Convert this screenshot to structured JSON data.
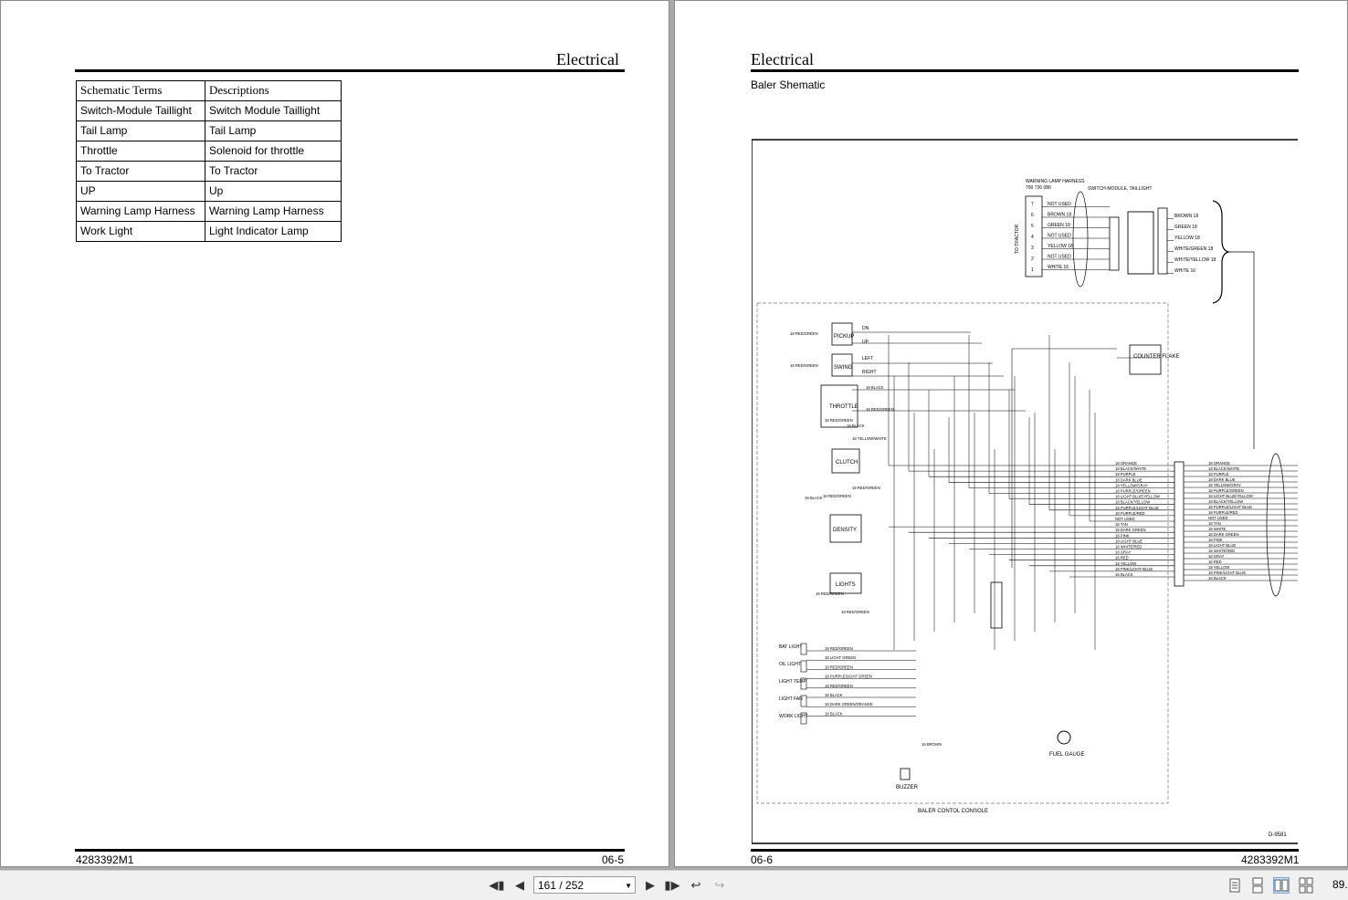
{
  "left_page": {
    "header": "Electrical",
    "table": {
      "headers": [
        "Schematic Terms",
        "Descriptions"
      ],
      "rows": [
        [
          "Switch-Module Taillight",
          "Switch Module Taillight"
        ],
        [
          "Tail Lamp",
          "Tail Lamp"
        ],
        [
          "Throttle",
          "Solenoid for throttle"
        ],
        [
          "To Tractor",
          "To Tractor"
        ],
        [
          "UP",
          "Up"
        ],
        [
          "Warning Lamp Harness",
          "Warning Lamp Harness"
        ],
        [
          "Work Light",
          "Light Indicator Lamp"
        ]
      ]
    },
    "footer_left": "4283392M1",
    "footer_right": "06-5"
  },
  "right_page": {
    "header": "Electrical",
    "subtitle": "Baler Shematic",
    "footer_left": "06-6",
    "footer_right": "4283392M1",
    "schematic": {
      "top_harness": {
        "warning_lamp_label": "WARNING LAMP HARNESS",
        "part_no": "700 726 080",
        "switch_label": "SWITCH-MODULE, TAILLIGHT",
        "to_tractor": "TO TRACTOR",
        "pins": [
          "7",
          "6",
          "5",
          "4",
          "3",
          "2",
          "1"
        ],
        "left_wires": [
          "NOT USED",
          "BROWN 18",
          "GREEN 18",
          "NOT USED",
          "YELLOW 18",
          "NOT USED",
          "WHITE 16"
        ],
        "right_wires": [
          "BROWN 18",
          "GREEN 18",
          "YELLOW 18",
          "WHITE/GREEN 18",
          "WHITE/YELLOW 18",
          "WHITE 16"
        ]
      },
      "components": {
        "pickup": "PICKUP",
        "swing": "SWING",
        "throttle": "THROTTLE",
        "clutch": "CLUTCH",
        "density": "DENSITY",
        "lights": "LIGHTS",
        "counter_flake": "COUNTER FLAKE",
        "fuel_gauge": "FUEL GAUGE",
        "buzzer": "BUZZER",
        "console": "BALER CONTOL CONSOLE",
        "drawing_no": "D-9581"
      },
      "switch_labels": [
        "DN",
        "UP",
        "LEFT",
        "RIGHT"
      ],
      "indicators": [
        "BAT LIGHT",
        "OIL LIGHT",
        "LIGHT TEMP",
        "LIGHT FAN",
        "WORK LIGHT"
      ],
      "indicator_wires": [
        "18 RED/GREEN",
        "18 LIGHT GREEN",
        "18 RED/GREEN",
        "18 PURPLE/LIGHT GREEN",
        "18 RED/GREEN",
        "18 BLACK",
        "18 DARK GREEN/ORANGE",
        "18 BLACK"
      ],
      "misc_wires": [
        "18 RED/GREEN",
        "18 RED/GREEN",
        "18 BLACK",
        "18 RED/GREEN",
        "18 RED/GREEN",
        "18 BLACK",
        "18 YELLOW/WHITE",
        "18 BLACK",
        "18 RED/GREEN",
        "18 RED/GREEN",
        "18 RED/GREEN",
        "18 RED/GREEN",
        "18 BROWN"
      ],
      "bus_wires": [
        "18 ORANGE",
        "18 BLACK/WHITE",
        "18 PURPLE",
        "18 DARK BLUE",
        "18 YELLOW/GRAY",
        "18 PURPLE/GREEN",
        "18 LIGHT BLUE/YELLOW",
        "18 BLACK/YELLOW",
        "18 PURPLE/LIGHT BLUE",
        "18 PURPLE/RED",
        "NOT USED",
        "18 TAN",
        "18 DARK GREEN",
        "18 PINK",
        "18 LIGHT BLUE",
        "18 WHITE/RED",
        "18 GRAY",
        "16 RED",
        "18 YELLOW",
        "18 PINK/LIGHT BLUE",
        "16 BLACK"
      ],
      "bus_wires_right": [
        "18 ORANGE",
        "18 BLACK/WHITE",
        "18 PURPLE",
        "18 DARK BLUE",
        "18 YELLOW/GRAY",
        "18 PURPLE/GREEN",
        "18 LIGHT BLUE/YELLOW",
        "18 BLACK/YELLOW",
        "18 PURPLE/LIGHT BLUE",
        "18 PURPLE/RED",
        "NOT USED",
        "18 TAN",
        "18 WHITE",
        "18 DARK GREEN",
        "18 PINK",
        "18 LIGHT BLUE",
        "18 WHITE/RED",
        "18 GRAY",
        "16 RED",
        "18 YELLOW",
        "18 PINK/LIGHT BLUE",
        "16 BLACK"
      ]
    }
  },
  "toolbar": {
    "first_icon": "first-page-icon",
    "prev_icon": "previous-page-icon",
    "page_display": "161 / 252",
    "next_icon": "next-page-icon",
    "last_icon": "last-page-icon",
    "zoom": "89."
  }
}
